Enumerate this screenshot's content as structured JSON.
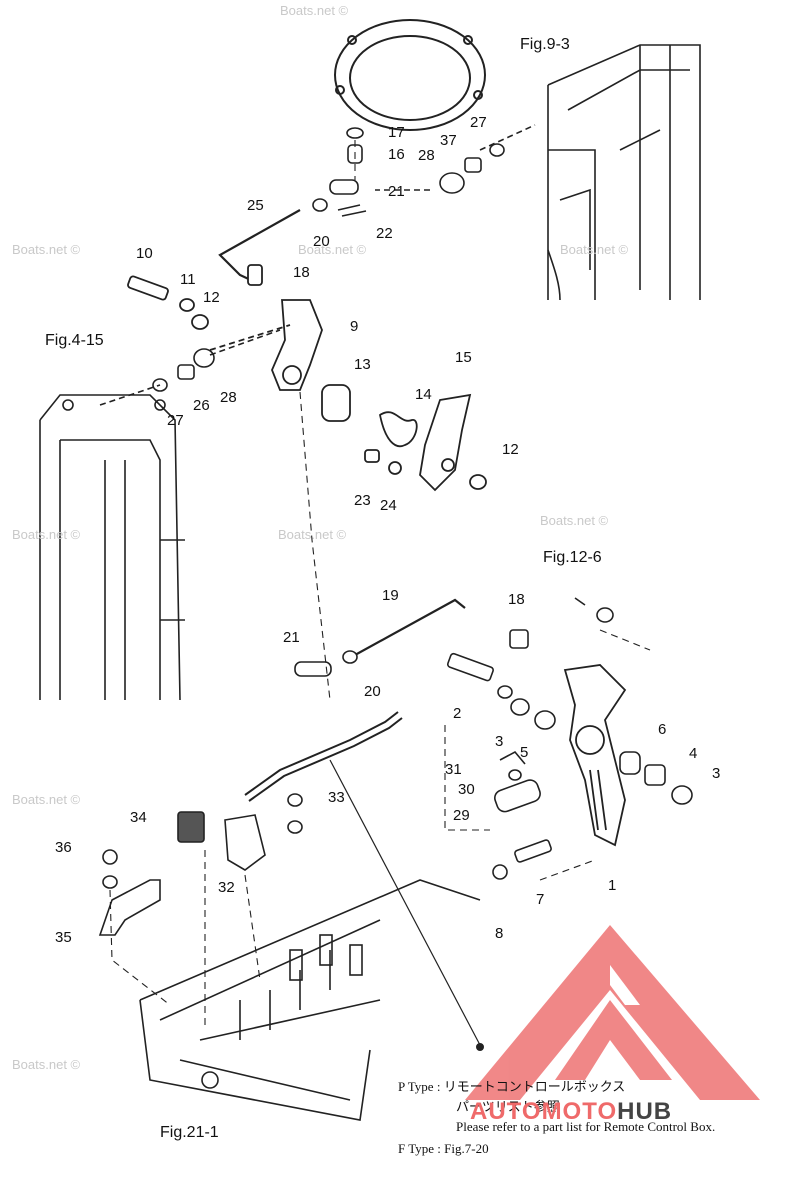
{
  "watermark": "Boats.net ©",
  "figure_refs": [
    "Fig.9-3",
    "Fig.4-15",
    "Fig.12-6",
    "Fig.21-1"
  ],
  "part_numbers": [
    "1",
    "2",
    "3",
    "3",
    "4",
    "5",
    "6",
    "7",
    "8",
    "9",
    "10",
    "11",
    "12",
    "12",
    "13",
    "14",
    "15",
    "16",
    "17",
    "18",
    "18",
    "19",
    "20",
    "20",
    "21",
    "21",
    "22",
    "23",
    "24",
    "25",
    "26",
    "27",
    "27",
    "28",
    "28",
    "29",
    "30",
    "31",
    "32",
    "33",
    "34",
    "35",
    "36",
    "37"
  ],
  "notes": {
    "p_type_label": "P Type : ",
    "p_type_jp_1": "リモートコントロールボックス",
    "p_type_jp_2": "パーツリスト参照",
    "p_type_en": "Please refer to a part list for Remote Control Box.",
    "f_type": "F Type : Fig.7-20"
  },
  "logo": {
    "part_a": "AUTO",
    "part_b": "MOTO",
    "part_c": "HUB",
    "color": "#ef6a6a",
    "dark": "#444444"
  }
}
